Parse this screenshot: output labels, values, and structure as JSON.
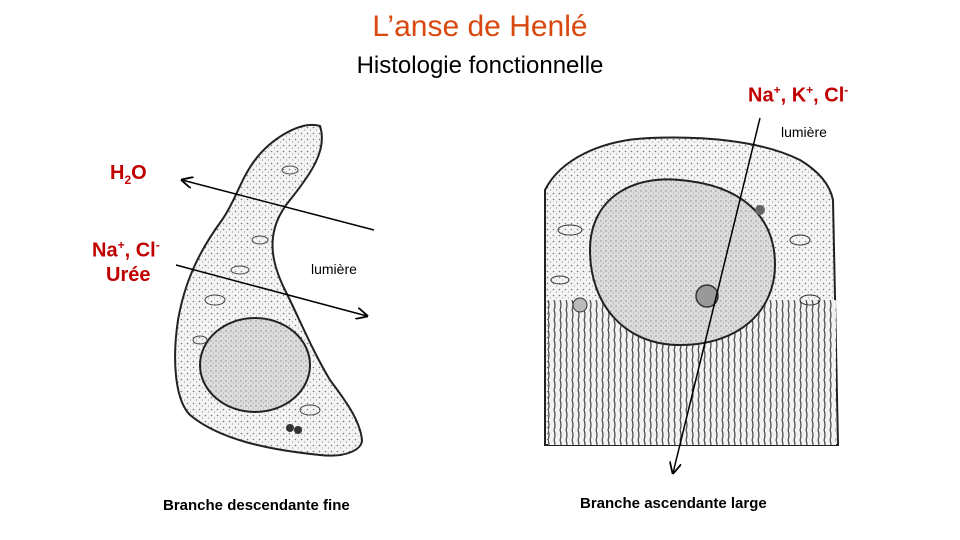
{
  "header": {
    "title": "L’anse de Henlé",
    "subtitle": "Histologie fonctionnelle"
  },
  "left_panel": {
    "water_label_main": "H",
    "water_label_sub": "2",
    "water_label_tail": "O",
    "ions_label_na": "Na",
    "ions_label_na_charge": "+",
    "ions_label_cl": ", Cl",
    "ions_label_cl_charge": "-",
    "urea_label": "Urée",
    "lumen_label": "lumière",
    "caption": "Branche descendante fine"
  },
  "right_panel": {
    "ions_na": "Na",
    "ions_na_charge": "+",
    "ions_k": ", K",
    "ions_k_charge": "+",
    "ions_cl": ", Cl",
    "ions_cl_charge": "-",
    "lumen_label": "lumière",
    "caption": "Branche ascendante large"
  },
  "colors": {
    "title": "#d9480f",
    "ion_labels": "#c00000"
  }
}
